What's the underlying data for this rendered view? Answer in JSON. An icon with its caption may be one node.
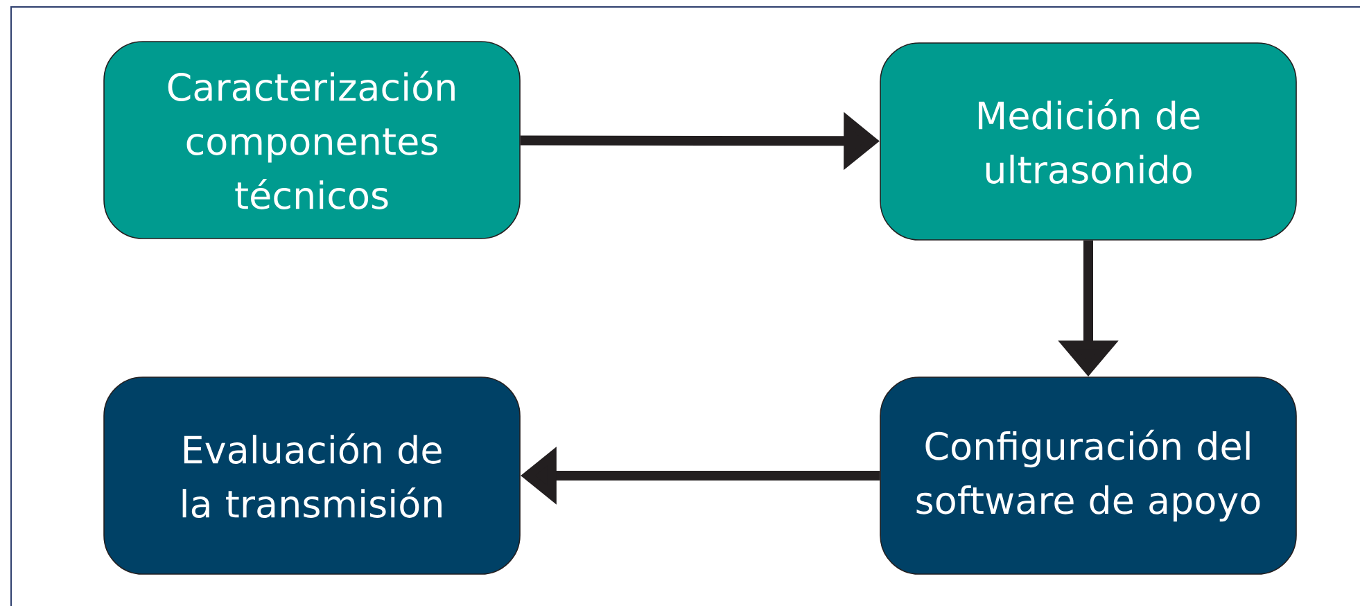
{
  "diagram": {
    "nodes": [
      {
        "text": [
          "Caracterización componentes técnicos"
        ]
      },
      {
        "text": [
          "Medición de ultrasonido"
        ]
      },
      {
        "text": [
          "Evaluación de la transmisión"
        ]
      },
      {
        "text": [
          "Configuración del software de apoyo"
        ]
      }
    ],
    "edges": [
      {
        "from": 0,
        "to": 1,
        "arrow": "to"
      },
      {
        "from": 1,
        "to": 3,
        "arrow": "to"
      },
      {
        "from": 3,
        "to": 2,
        "arrow": "to"
      }
    ]
  }
}
